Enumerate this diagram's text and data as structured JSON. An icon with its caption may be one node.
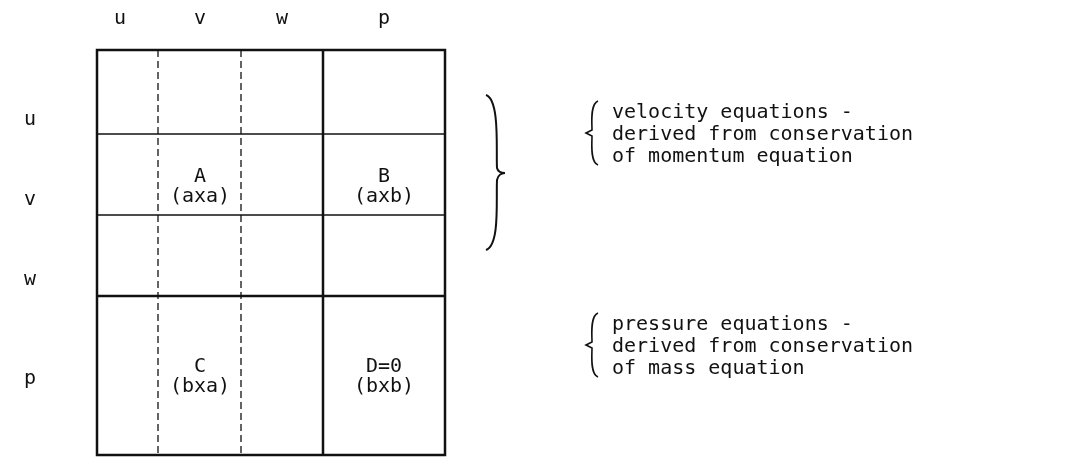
{
  "diagram": {
    "labels": [
      "u",
      "v",
      "w",
      "p",
      "u",
      "v",
      "w",
      "p",
      "A",
      "(axa)",
      "B",
      "(axb)",
      "C",
      "(bxa)",
      "D=0",
      "(bxb)",
      "velocity equations - derived from conservation of momentum equation",
      "pressure equations - derived from conservation of mass equation"
    ]
  }
}
